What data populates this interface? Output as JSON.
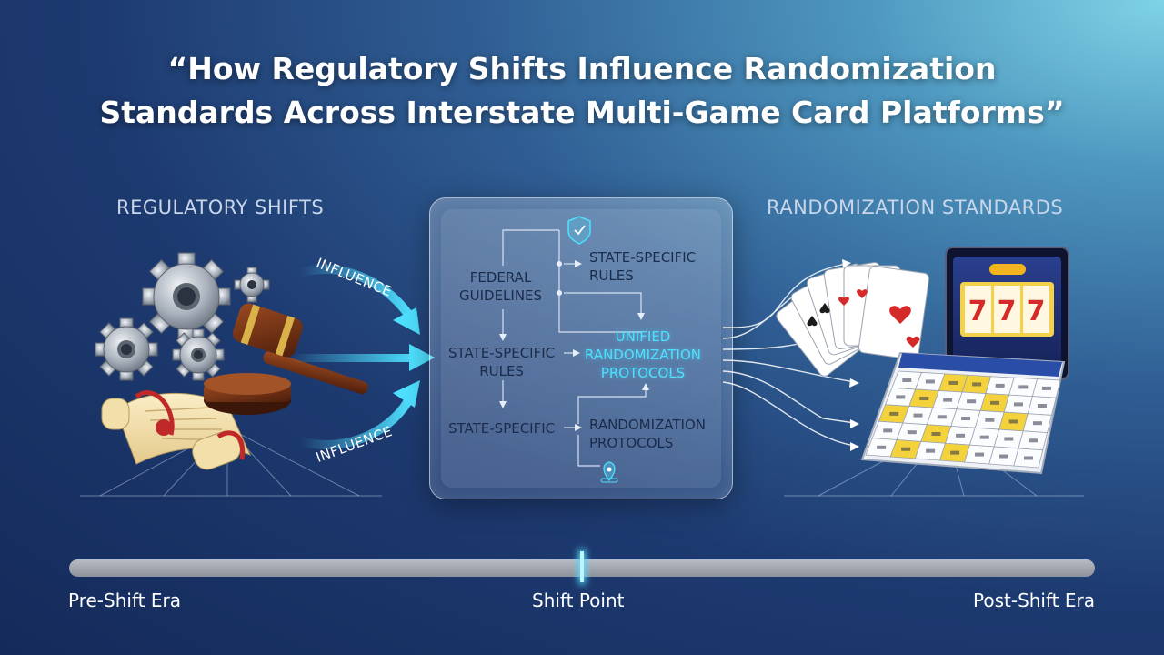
{
  "title": {
    "line1": "“How Regulatory Shifts Influence Randomization",
    "line2": "Standards Across Interstate Multi-Game Card Platforms”"
  },
  "left_section": {
    "heading": "REGULATORY SHIFTS",
    "arrow_label_top": "INFLUENCE",
    "arrow_label_bottom": "INFLUENCE",
    "icons": [
      "gear-icon",
      "gavel-icon",
      "scroll-icon"
    ]
  },
  "center_panel": {
    "federal": "FEDERAL\nGUIDELINES",
    "state_top": "STATE-SPECIFIC\nRULES",
    "state_middle": "STATE-SPECIFIC\nRULES",
    "state_bottom": "STATE-SPECIFIC",
    "unified": "UNIFIED\nRANDOMIZATION\nPROTOCOLS",
    "randomization": "RANDOMIZATION\nPROTOCOLS",
    "icons": [
      "shield-icon",
      "location-pin-icon"
    ]
  },
  "right_section": {
    "heading": "RANDOMIZATION STANDARDS",
    "icons": [
      "playing-cards-icon",
      "slot-machine-icon",
      "bingo-card-icon"
    ],
    "slot_symbols": [
      "7",
      "7",
      "7"
    ]
  },
  "timeline": {
    "start_label": "Pre-Shift Era",
    "mid_label": "Shift Point",
    "end_label": "Post-Shift Era",
    "marker_position": 0.5
  },
  "colors": {
    "accent": "#4fe0ff",
    "background_dark": "#142a5a",
    "background_light": "#7fd3e6"
  }
}
